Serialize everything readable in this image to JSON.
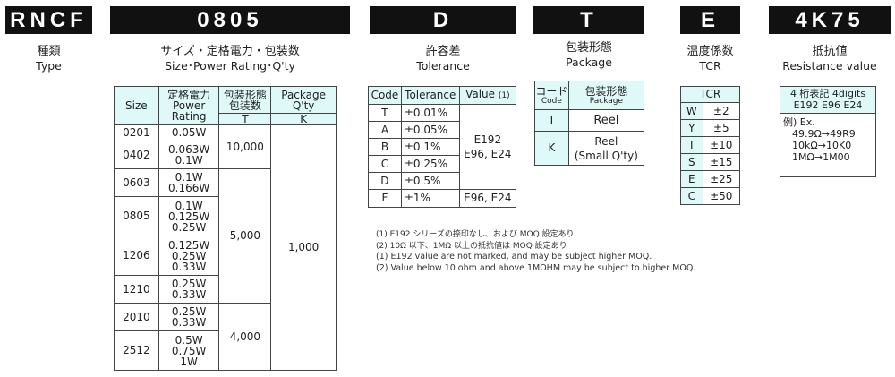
{
  "headers": {
    "rncf": "RNCF",
    "size": "0805",
    "tolerance": "D",
    "package": "T",
    "tcr": "E",
    "resistance": "4K75"
  },
  "subtitles": {
    "type_jp": "種類",
    "type_en": "Type",
    "size_jp": "サイズ・定格電力・包装数",
    "size_en": "Size･Power Rating･Q'ty",
    "tol_jp": "許容差",
    "tol_en": "Tolerance",
    "pkg_jp": "包装形態",
    "pkg_en": "Package",
    "tcr_jp": "温度係数",
    "tcr_en": "TCR",
    "res_jp": "抵抗値",
    "res_en": "Resistance value"
  },
  "size_table": {
    "h_size": "Size",
    "h_rating": "定格電力 Power Rating",
    "h_pkg_jp": "包装形態 包装数",
    "h_pkg_en": "Package Q'ty",
    "h_t": "T",
    "h_k": "K",
    "sizes": [
      "0201",
      "0402",
      "0603",
      "0805",
      "1206",
      "1210",
      "2010",
      "2512"
    ],
    "ratings": [
      "0.05W",
      "0.063W\n0.1W",
      "0.1W\n0.166W",
      "0.1W\n0.125W\n0.25W",
      "0.125W\n0.25W\n0.33W",
      "0.25W\n0.33W",
      "0.25W\n0.33W",
      "0.5W\n0.75W\n1W"
    ],
    "t_qty": [
      "10,000",
      "5,000",
      "4,000"
    ],
    "k_qty": "1,000"
  },
  "tol_table": {
    "h_code": "Code",
    "h_tol": "Tolerance",
    "h_val": "Value",
    "h_val_note": "(1)",
    "codes": [
      "T",
      "A",
      "B",
      "C",
      "D",
      "F"
    ],
    "tols": [
      "±0.01%",
      "±0.05%",
      "±0.1%",
      "±0.25%",
      "±0.5%",
      "±1%"
    ],
    "val_a": "E192\nE96, E24",
    "val_b": "E96, E24"
  },
  "pkg_table": {
    "h_code_jp": "コード",
    "h_code_en": "Code",
    "h_pkg_jp": "包装形態",
    "h_pkg_en": "Package",
    "rows": [
      {
        "code": "T",
        "pkg": "Reel"
      },
      {
        "code": "K",
        "pkg": "Reel\n(Small Q'ty)"
      }
    ]
  },
  "tcr_table": {
    "h": "TCR",
    "codes": [
      "W",
      "Y",
      "T",
      "S",
      "E",
      "C"
    ],
    "vals": [
      "±2",
      "±5",
      "±10",
      "±15",
      "±25",
      "±50"
    ]
  },
  "res_box": {
    "line1": "4 桁表記  4digits",
    "line2": "E192 E96 E24",
    "line3": "例) Ex.",
    "ex1": "49.9Ω→49R9",
    "ex2": "10kΩ→10K0",
    "ex3": "1MΩ→1M00"
  },
  "notes": {
    "n1_jp": "(1)    E192 シリーズの捺印なし、および MOQ 設定あり",
    "n2_jp": "(2)    10Ω 以下、1MΩ 以上の抵抗値は MOQ 設定あり",
    "n1_en": "(1) E192 value are not marked, and may be subject higher MOQ.",
    "n2_en": "(2) Value below 10 ohm and above 1MOHM may be subject to higher MOQ."
  }
}
